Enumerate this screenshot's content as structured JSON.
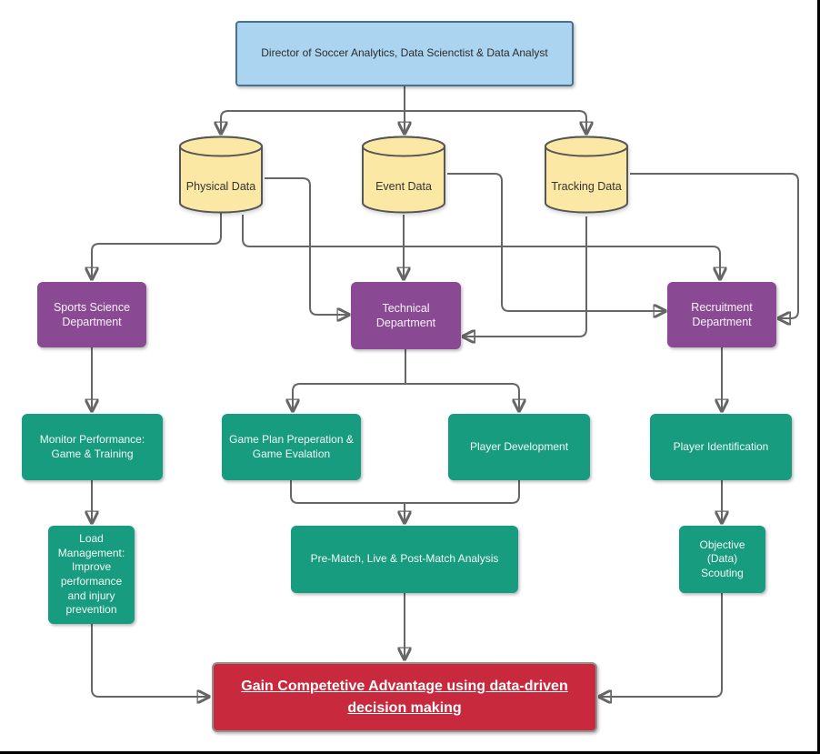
{
  "colors": {
    "director_fill": "#abd4f1",
    "director_border": "#4d6f8f",
    "datastore_fill": "#fce8a5",
    "datastore_border": "#565656",
    "department_fill": "#8a4a93",
    "task_fill": "#189c80",
    "goal_fill": "#c8293c",
    "connector": "#666666",
    "text_dark": "#333333",
    "text_light": "#ffffff"
  },
  "nodes": {
    "director": {
      "label": "Director of Soccer Analytics, Data Scienctist & Data Analyst"
    },
    "physical_data": {
      "label": "Physical Data"
    },
    "event_data": {
      "label": "Event Data"
    },
    "tracking_data": {
      "label": "Tracking Data"
    },
    "sports_science": {
      "label": "Sports Science Department"
    },
    "technical": {
      "label": "Technical Department"
    },
    "recruitment": {
      "label": "Recruitment Department"
    },
    "monitor_performance": {
      "label": "Monitor Performance: Game & Training"
    },
    "game_plan": {
      "label": "Game Plan Preperation & Game Evalation"
    },
    "player_development": {
      "label": "Player Development"
    },
    "player_identification": {
      "label": "Player Identification"
    },
    "load_management": {
      "label": "Load Management: Improve performance and injury prevention"
    },
    "match_analysis": {
      "label": "Pre-Match, Live & Post-Match Analysis"
    },
    "objective_scouting": {
      "label": "Objective (Data) Scouting"
    },
    "goal": {
      "label": "Gain Competetive Advantage using data-driven decision making"
    }
  },
  "edges": [
    {
      "from": "director",
      "to": "physical_data"
    },
    {
      "from": "director",
      "to": "event_data"
    },
    {
      "from": "director",
      "to": "tracking_data"
    },
    {
      "from": "physical_data",
      "to": "sports_science"
    },
    {
      "from": "physical_data",
      "to": "technical"
    },
    {
      "from": "physical_data",
      "to": "recruitment"
    },
    {
      "from": "event_data",
      "to": "technical"
    },
    {
      "from": "event_data",
      "to": "recruitment"
    },
    {
      "from": "tracking_data",
      "to": "technical"
    },
    {
      "from": "tracking_data",
      "to": "recruitment"
    },
    {
      "from": "sports_science",
      "to": "monitor_performance"
    },
    {
      "from": "technical",
      "to": "game_plan"
    },
    {
      "from": "technical",
      "to": "player_development"
    },
    {
      "from": "recruitment",
      "to": "player_identification"
    },
    {
      "from": "monitor_performance",
      "to": "load_management"
    },
    {
      "from": "game_plan",
      "to": "match_analysis"
    },
    {
      "from": "player_development",
      "to": "match_analysis"
    },
    {
      "from": "player_identification",
      "to": "objective_scouting"
    },
    {
      "from": "load_management",
      "to": "goal"
    },
    {
      "from": "match_analysis",
      "to": "goal"
    },
    {
      "from": "objective_scouting",
      "to": "goal"
    }
  ]
}
